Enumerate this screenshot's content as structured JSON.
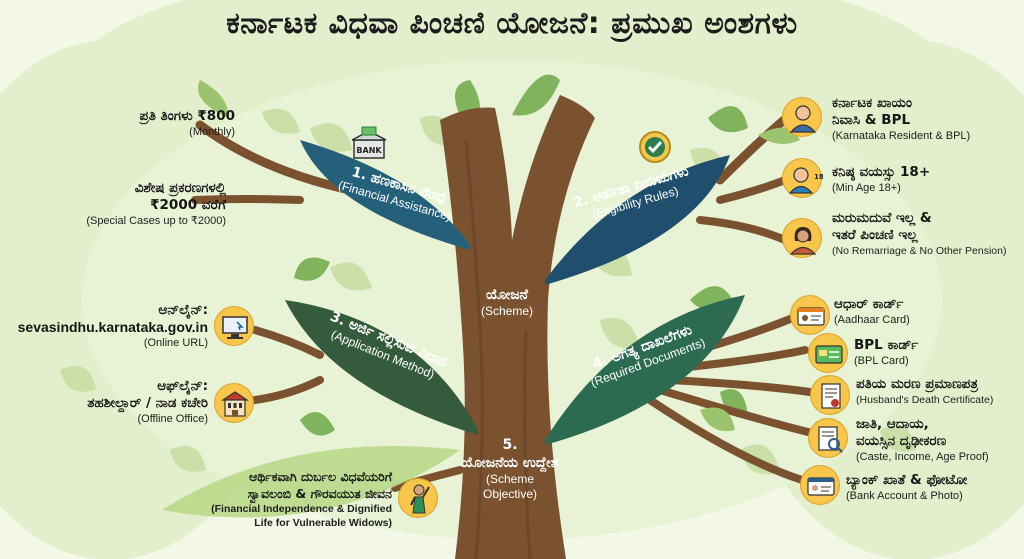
{
  "title": "ಕರ್ನಾಟಕ ವಿಧವಾ ಪಿಂಚಣಿ ಯೋಜನೆ: ಪ್ರಮುಖ ಅಂಶಗಳು",
  "trunk": {
    "kn": "ಯೋಜನೆ",
    "en": "(Scheme)"
  },
  "branches": {
    "financial": {
      "kn": "1. ಹಣಕಾಸಿನ ನೆರವು",
      "en": "(Financial Assistance)"
    },
    "eligibility": {
      "kn": "2. ಅರ್ಹತಾ ನಿಯಮಗಳು",
      "en": "(Eligibility Rules)"
    },
    "application": {
      "kn": "3. ಅರ್ಜಿ ಸಲ್ಲಿಸುವ ವಿಧಾನ",
      "en": "(Application Method)"
    },
    "documents": {
      "kn": "4. ಅಗತ್ಯ ದಾಖಲೆಗಳು",
      "en": "(Required Documents)"
    },
    "objective": {
      "num": "5.",
      "kn": "ಯೋಜನೆಯ ಉದ್ದೇಶ",
      "en": "(Scheme Objective)"
    }
  },
  "financial_items": [
    {
      "kn": "ಪ್ರತಿ ತಿಂಗಳು ₹800",
      "en": "(Monthly)"
    },
    {
      "kn1": "ವಿಶೇಷ ಪ್ರಕರಣಗಳಲ್ಲಿ",
      "kn2": "₹2000 ವರೆಗೆ",
      "en": "(Special Cases up to ₹2000)"
    }
  ],
  "eligibility_items": [
    {
      "kn1": "ಕರ್ನಾಟಕ ಖಾಯಂ",
      "kn2": "ನಿವಾಸಿ & BPL",
      "en": "(Karnataka Resident & BPL)",
      "icon": "resident-icon"
    },
    {
      "kn": "ಕನಿಷ್ಠ ವಯಸ್ಸು 18+",
      "en": "(Min Age 18+)",
      "icon": "age-icon"
    },
    {
      "kn1": "ಮರುಮದುವೆ ಇಲ್ಲ &",
      "kn2": "ಇತರೆ ಪಿಂಚಣಿ ಇಲ್ಲ",
      "en": "(No Remarriage & No Other Pension)",
      "icon": "woman-icon"
    }
  ],
  "application_items": [
    {
      "kn": "ಆನ್‌ಲೈನ್:",
      "url": "sevasindhu.karnataka.gov.in",
      "en": "(Online URL)",
      "icon": "computer-icon"
    },
    {
      "kn1": "ಆಫ್‌ಲೈನ್:",
      "kn2": "ತಹಶೀಲ್ದಾರ್ / ನಾಡ ಕಚೇರಿ",
      "en": "(Offline Office)",
      "icon": "office-building-icon"
    }
  ],
  "documents_items": [
    {
      "kn": "ಆಧಾರ್ ಕಾರ್ಡ್",
      "en": "(Aadhaar Card)",
      "icon": "id-card-icon"
    },
    {
      "kn": "BPL ಕಾರ್ಡ್",
      "en": "(BPL Card)",
      "icon": "bpl-card-icon"
    },
    {
      "kn": "ಪತಿಯ ಮರಣ ಪ್ರಮಾಣಪತ್ರ",
      "en": "(Husband's Death Certificate)",
      "icon": "certificate-icon"
    },
    {
      "kn1": "ಜಾತಿ, ಆದಾಯ,",
      "kn2": "ವಯಸ್ಸಿನ ದೃಢೀಕರಣ",
      "en": "(Caste, Income, Age Proof)",
      "icon": "verify-document-icon"
    },
    {
      "kn": "ಬ್ಯಾಂಕ್ ಖಾತೆ & ಫೋಟೋ",
      "en": "(Bank Account & Photo)",
      "icon": "bank-photo-icon"
    }
  ],
  "objective_item": {
    "kn1": "ಆರ್ಥಿಕವಾಗಿ ದುರ್ಬಲ ವಿಧವೆಯರಿಗೆ",
    "kn2": "ಸ್ವಾವಲಂಬಿ & ಗೌರವಯುತ ಜೀವನ",
    "en1": "(Financial Independence & Dignified",
    "en2": "Life for Vulnerable Widows)",
    "icon": "independent-woman-icon"
  },
  "branch_icons": {
    "financial": "bank-money-icon",
    "eligibility": "checkmark-badge-icon"
  },
  "bank_icon_text": "BANK",
  "age_badge_text": "18+",
  "colors": {
    "financial": "#25607a",
    "eligibility": "#1f4f6c",
    "application": "#355b3d",
    "documents": "#2c6b52",
    "trunk": "#7a5230",
    "icon_bg": "#f7c64a",
    "leaf": "#9cc46e"
  }
}
